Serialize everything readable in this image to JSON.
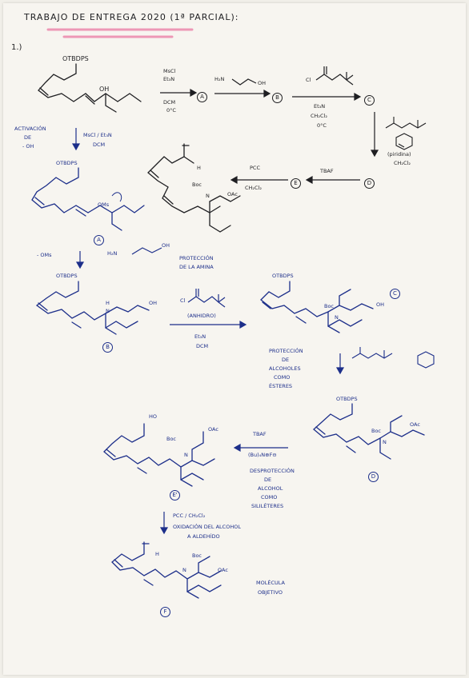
{
  "header": {
    "title": "TRABAJO DE ENTREGA 2020 (1ª PARCIAL):",
    "section": "1.)"
  },
  "top_scheme": {
    "start_group": "OTBDPS",
    "start_oh": "OH",
    "reagent1_a": "MsCl",
    "reagent1_b": "Et₃N",
    "reagent1_c": "DCM",
    "reagent1_d": "0°C",
    "label_a": "A",
    "amine": "H₂N",
    "amine_oh": "OH",
    "label_b": "B",
    "boc_cl": "Cl",
    "label_c": "C",
    "reagent3_a": "Et₃N",
    "reagent3_b": "CH₂Cl₂",
    "reagent3_c": "0°C",
    "pyridine": "(piridina)",
    "pyridine_solvent": "CH₂Cl₂",
    "label_d": "D",
    "tbaf": "TBAF",
    "label_e": "E",
    "pcc": "PCC",
    "pcc_solvent": "CH₂Cl₂",
    "aldehyde_h": "H",
    "boc": "Boc",
    "n": "N",
    "oac": "OAc"
  },
  "left_notes": {
    "activation_1": "ACTIVACIÓN",
    "activation_2": "DE",
    "activation_3": "- OH",
    "arrow_reagents": "MsCl / Et₃N",
    "arrow_solvent": "DCM",
    "leaving_group": "- OMs"
  },
  "intermediate_a": {
    "group": "OTBDPS",
    "oms": "OMs",
    "label": "A",
    "amine": "H₂N",
    "oh": "OH"
  },
  "protection_note": {
    "line1": "PROTECCIÓN",
    "line2": "DE LA AMINA"
  },
  "intermediate_b": {
    "group": "OTBDPS",
    "nh": "H",
    "n": "N",
    "oh": "OH",
    "label": "B"
  },
  "boc_step": {
    "cl": "Cl",
    "note": "(ANHIDRO)",
    "base": "Et₃N",
    "solvent": "DCM"
  },
  "intermediate_c": {
    "group": "OTBDPS",
    "boc": "Boc",
    "n": "N",
    "oh": "OH",
    "label": "C"
  },
  "esterification_note": {
    "line1": "PROTECCIÓN",
    "line2": "DE",
    "line3": "ALCOHOLES",
    "line4": "COMO",
    "line5": "ÉSTERES"
  },
  "intermediate_d": {
    "group": "OTBDPS",
    "boc": "Boc",
    "n": "N",
    "oac": "OAc",
    "label": "D"
  },
  "deprotection": {
    "reagent": "TBAF",
    "formula": "(Bu)₄N⊕F⊖",
    "line1": "DESPROTECCIÓN",
    "line2": "DE",
    "line3": "ALCOHOL",
    "line4": "COMO",
    "line5": "SILILÉTERES"
  },
  "intermediate_e": {
    "ho": "HO",
    "boc": "Boc",
    "n": "N",
    "oac": "OAc",
    "label": "E'"
  },
  "oxidation": {
    "reagent": "PCC / CH₂Cl₂",
    "line1": "OXIDACIÓN DEL ALCOHOL",
    "line2": "A ALDEHÍDO"
  },
  "product_f": {
    "h": "H",
    "boc": "Boc",
    "n": "N",
    "oac": "OAc",
    "label": "F",
    "target1": "MOLÉCULA",
    "target2": "OBJETIVO"
  },
  "colors": {
    "ink": "#1f1f22",
    "blue": "#1d2f8a",
    "highlight": "#ec8fb0"
  }
}
